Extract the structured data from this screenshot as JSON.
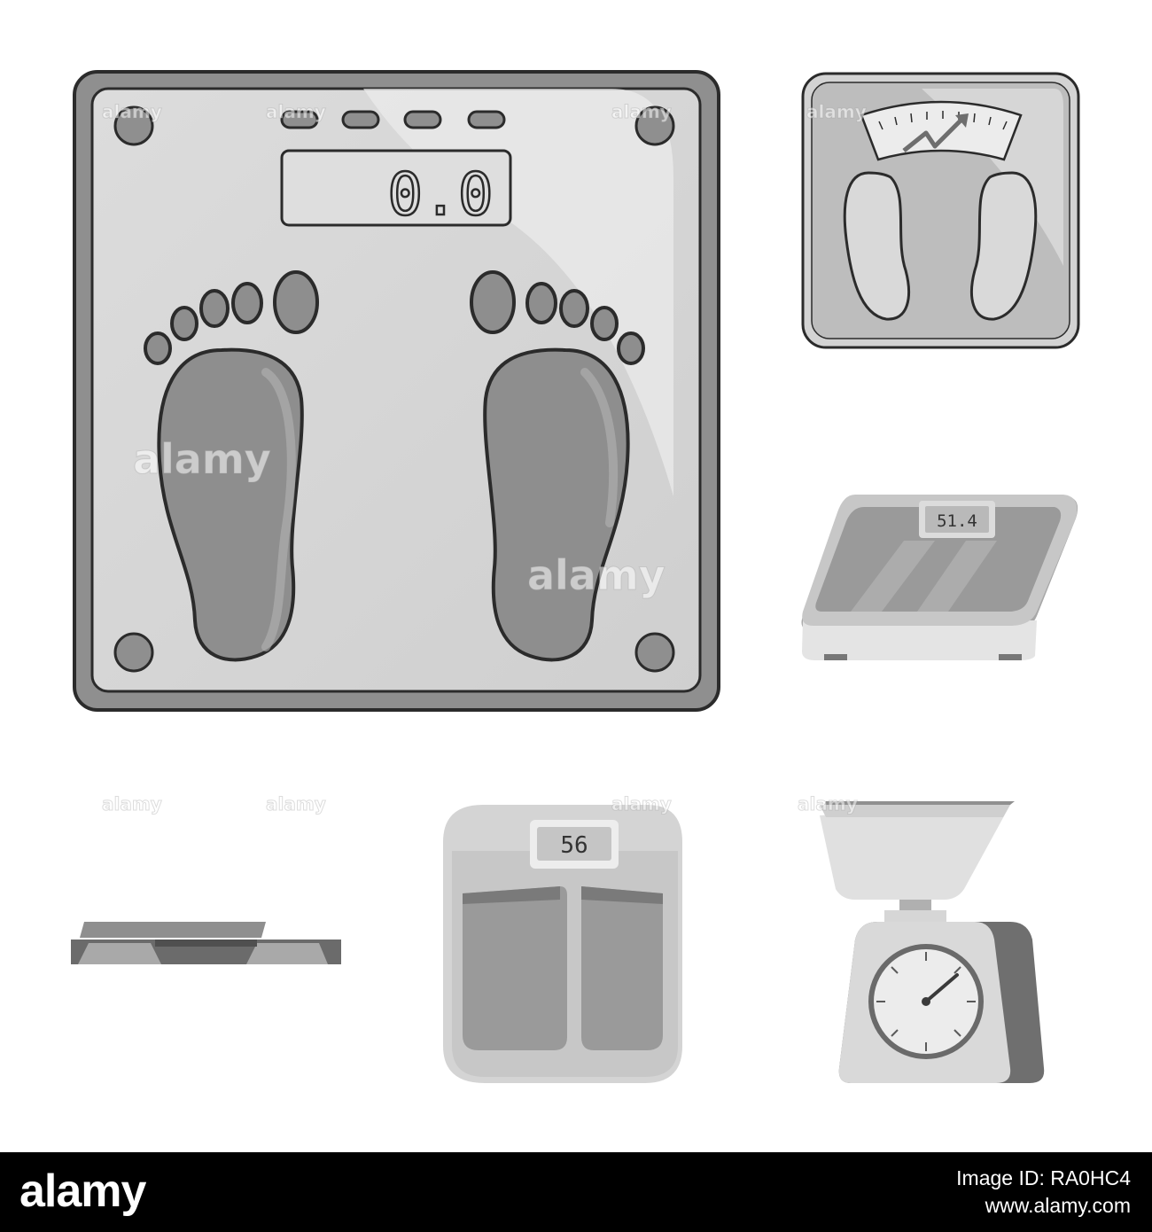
{
  "icons": {
    "floor_scale_large": {
      "display": "0.0"
    },
    "analog_scale": {},
    "digital_scale_perspective": {
      "display": "51.4"
    },
    "step_platform": {},
    "bathroom_scale_digital": {
      "display": "56"
    },
    "kitchen_scale": {}
  },
  "watermark": {
    "text": "alamy"
  },
  "footer": {
    "logo": "alamy",
    "image_id_line": "Image ID: RA0HC4",
    "url": "www.alamy.com"
  },
  "colors": {
    "background": "#ffffff",
    "outline": "#2b2b2b",
    "body_gray": "#d6d6d6",
    "dark_gray": "#8e8e8e",
    "mid_gray": "#a9a9a9",
    "footer": "#000000"
  }
}
